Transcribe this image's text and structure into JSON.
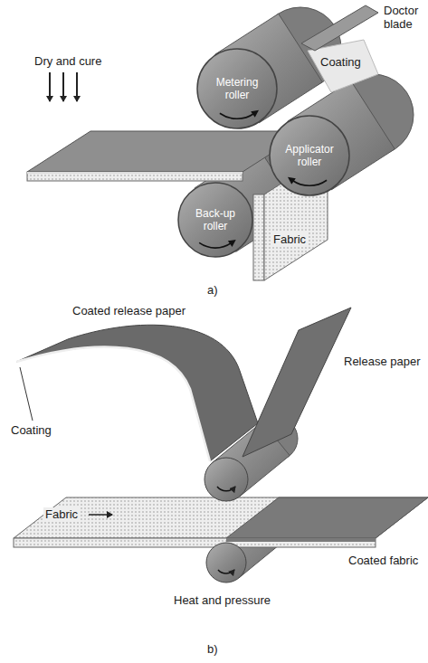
{
  "diagram": {
    "nodes": [
      {
        "text": [
          "Metering roller"
        ]
      },
      {
        "text": [
          "Applicator roller"
        ]
      },
      {
        "text": [
          "Back-up roller"
        ]
      }
    ],
    "labels": [
      "Doctor blade",
      "Coating",
      "Dry and cure",
      "Fabric",
      "a)",
      "Coated release paper",
      "Release paper",
      "Coating",
      "Fabric",
      "Coated fabric",
      "Heat and pressure",
      "b)"
    ]
  }
}
